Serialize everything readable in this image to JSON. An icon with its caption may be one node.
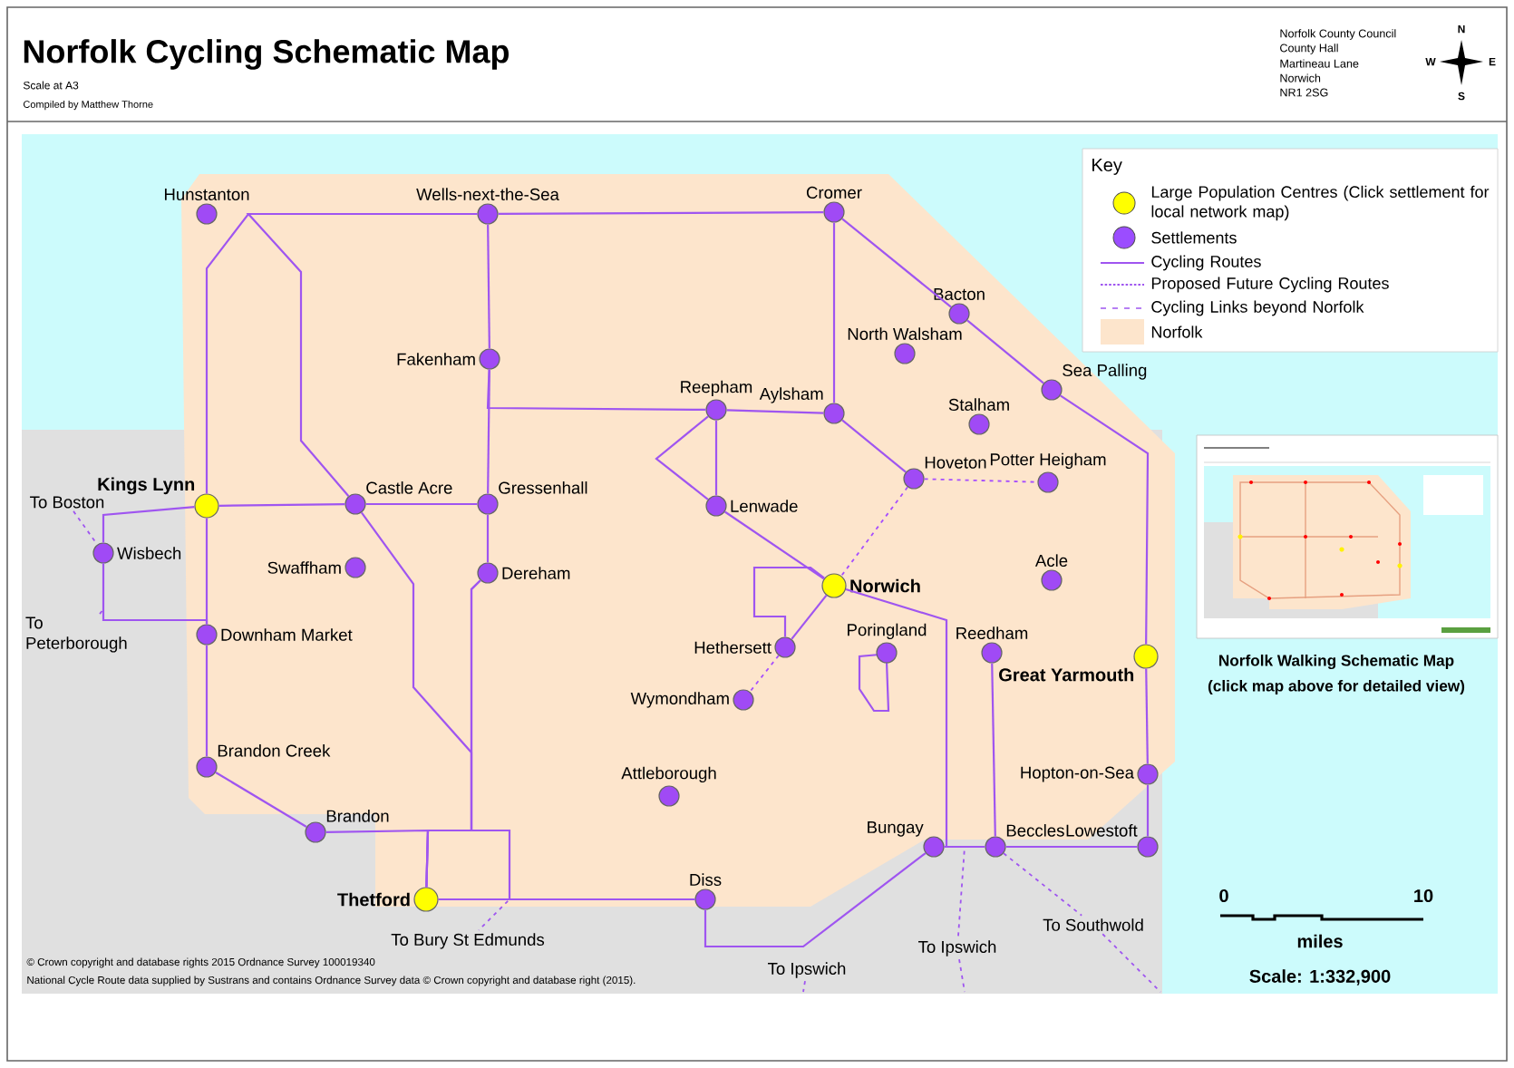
{
  "diagram": {
    "title": "Norfolk Cycling Schematic Map",
    "nodes": [
      {
        "text": [
          "Hunstanton"
        ]
      },
      {
        "text": [
          "Wells-next-the-Sea"
        ]
      },
      {
        "text": [
          "Cromer"
        ]
      },
      {
        "text": [
          "Fakenham"
        ]
      },
      {
        "text": [
          "Bacton"
        ]
      },
      {
        "text": [
          "North Walsham"
        ]
      },
      {
        "text": [
          "Reepham"
        ]
      },
      {
        "text": [
          "Aylsham"
        ]
      },
      {
        "text": [
          "Sea Palling"
        ]
      },
      {
        "text": [
          "Stalham"
        ]
      },
      {
        "text": [
          "Kings Lynn"
        ]
      },
      {
        "text": [
          "Castle Acre"
        ]
      },
      {
        "text": [
          "Gressenhall"
        ]
      },
      {
        "text": [
          "Lenwade"
        ]
      },
      {
        "text": [
          "Hoveton"
        ]
      },
      {
        "text": [
          "Potter Heigham"
        ]
      },
      {
        "text": [
          "Wisbech"
        ]
      },
      {
        "text": [
          "Swaffham"
        ]
      },
      {
        "text": [
          "Dereham"
        ]
      },
      {
        "text": [
          "Acle"
        ]
      },
      {
        "text": [
          "Norwich"
        ]
      },
      {
        "text": [
          "Downham Market"
        ]
      },
      {
        "text": [
          "Hethersett"
        ]
      },
      {
        "text": [
          "Poringland"
        ]
      },
      {
        "text": [
          "Reedham"
        ]
      },
      {
        "text": [
          "Great Yarmouth"
        ]
      },
      {
        "text": [
          "Wymondham"
        ]
      },
      {
        "text": [
          "Brandon Creek"
        ]
      },
      {
        "text": [
          "Attleborough"
        ]
      },
      {
        "text": [
          "Hopton-on-Sea"
        ]
      },
      {
        "text": [
          "Brandon"
        ]
      },
      {
        "text": [
          "Bungay"
        ]
      },
      {
        "text": [
          "Beccles"
        ]
      },
      {
        "text": [
          "Lowestoft"
        ]
      },
      {
        "text": [
          "Thetford"
        ]
      },
      {
        "text": [
          "Diss"
        ]
      },
      {
        "text": [
          "To Boston"
        ]
      },
      {
        "text": [
          "To Peterborough"
        ]
      },
      {
        "text": [
          "To Bury St Edmunds"
        ]
      },
      {
        "text": [
          "To Ipswich"
        ]
      },
      {
        "text": [
          "To Ipswich"
        ]
      },
      {
        "text": [
          "To Southwold"
        ]
      }
    ],
    "edges": [
      {
        "from": 10,
        "to": 1,
        "arrow": "none"
      },
      {
        "from": 1,
        "to": 11,
        "arrow": "none"
      },
      {
        "from": 1,
        "to": 2,
        "arrow": "none"
      },
      {
        "from": 1,
        "to": 3,
        "arrow": "none"
      },
      {
        "from": 3,
        "to": 12,
        "arrow": "none"
      },
      {
        "from": 3,
        "to": 6,
        "arrow": "none"
      },
      {
        "from": 6,
        "to": 7,
        "arrow": "none"
      },
      {
        "from": 6,
        "to": 13,
        "arrow": "none"
      },
      {
        "from": 6,
        "to": 13,
        "arrow": "none"
      },
      {
        "from": 13,
        "to": 20,
        "arrow": "none"
      },
      {
        "from": 2,
        "to": 7,
        "arrow": "none"
      },
      {
        "from": 7,
        "to": 14,
        "arrow": "none"
      },
      {
        "from": 14,
        "to": 15,
        "arrow": "none",
        "style": "dashed",
        "color": "#a64dff"
      },
      {
        "from": 14,
        "to": 20,
        "arrow": "none",
        "style": "dashed",
        "color": "#a64dff"
      },
      {
        "from": 2,
        "to": 4,
        "arrow": "none"
      },
      {
        "from": 4,
        "to": 8,
        "arrow": "none"
      },
      {
        "from": 8,
        "to": 25,
        "arrow": "none"
      },
      {
        "from": 25,
        "to": 29,
        "arrow": "none"
      },
      {
        "from": 29,
        "to": 33,
        "arrow": "none"
      },
      {
        "from": 10,
        "to": 11,
        "arrow": "none"
      },
      {
        "from": 11,
        "to": 12,
        "arrow": "none"
      },
      {
        "from": 12,
        "to": 18,
        "arrow": "none"
      },
      {
        "from": 11,
        "to": 34,
        "arrow": "none"
      },
      {
        "from": 18,
        "to": 34,
        "arrow": "none"
      },
      {
        "from": 30,
        "to": 34,
        "arrow": "none"
      },
      {
        "from": 18,
        "to": 35,
        "arrow": "none"
      },
      {
        "from": 34,
        "to": 35,
        "arrow": "none"
      },
      {
        "from": 35,
        "to": 31,
        "arrow": "none"
      },
      {
        "from": 31,
        "to": 32,
        "arrow": "none"
      },
      {
        "from": 32,
        "to": 33,
        "arrow": "none"
      },
      {
        "from": 24,
        "to": 32,
        "arrow": "none"
      },
      {
        "from": 20,
        "to": 31,
        "arrow": "none"
      },
      {
        "from": 20,
        "to": 22,
        "arrow": "none"
      },
      {
        "from": 20,
        "to": 22,
        "arrow": "none"
      },
      {
        "from": 22,
        "to": 26,
        "arrow": "none",
        "style": "dashed",
        "color": "#a64dff"
      },
      {
        "from": 10,
        "to": 16,
        "arrow": "none"
      },
      {
        "from": 16,
        "to": 21,
        "arrow": "none"
      },
      {
        "from": 10,
        "to": 21,
        "arrow": "none"
      },
      {
        "from": 21,
        "to": 27,
        "arrow": "none"
      },
      {
        "from": 27,
        "to": 30,
        "arrow": "none"
      },
      {
        "from": 36,
        "to": 16,
        "arrow": "none",
        "style": "dashed"
      },
      {
        "from": 37,
        "to": 16,
        "arrow": "none",
        "style": "dashed"
      },
      {
        "from": 34,
        "to": 38,
        "arrow": "none",
        "style": "dashed"
      },
      {
        "from": 31,
        "to": 39,
        "arrow": "none",
        "style": "dashed"
      },
      {
        "from": 39,
        "to": null,
        "arrow": "none",
        "style": "dashed"
      },
      {
        "from": 40,
        "to": null,
        "arrow": "none",
        "style": "dashed"
      },
      {
        "from": 32,
        "to": 41,
        "arrow": "none",
        "style": "dashed"
      },
      {
        "from": 41,
        "to": null,
        "arrow": "none",
        "style": "dashed"
      }
    ],
    "labels": [
      "Scale at A3",
      "Compiled by Matthew Thorne",
      "Norfolk County Council",
      "County Hall",
      "Martineau Lane",
      "Norwich",
      "NR1 2SG",
      "N",
      "W",
      "E",
      "S",
      "Key",
      "Norfolk Walking Schematic Map",
      "(click map above for detailed view)",
      "0",
      "10",
      "miles",
      "Scale: 1:332,900",
      "© Crown copyright and database rights 2015 Ordnance Survey 100019340",
      "National Cycle Route data supplied by Sustrans and contains Ordnance Survey data © Crown copyright and database right (2015)."
    ],
    "legend": [
      {
        "text": "Large Population Centres (Click settlement for local network map)",
        "color": "#ffff00"
      },
      {
        "text": "Settlements",
        "color": "#9b4dff"
      },
      {
        "text": "Cycling Routes"
      },
      {
        "text": "Proposed Future Cycling Routes"
      },
      {
        "text": "Cycling Links beyond Norfolk"
      },
      {
        "text": "Norfolk",
        "color": "#fde5cc"
      }
    ]
  }
}
